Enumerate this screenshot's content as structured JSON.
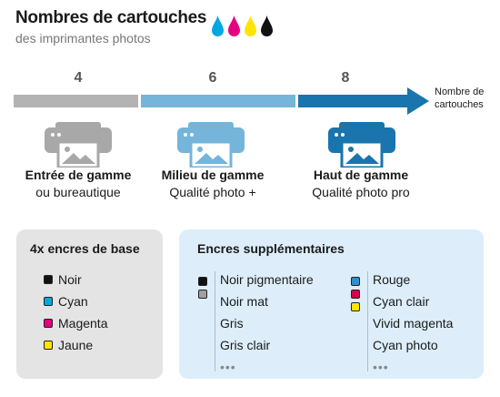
{
  "header": {
    "title": "Nombres de cartouches",
    "subtitle": "des imprimantes photos"
  },
  "drop_colors": [
    "#00a8e0",
    "#e4007e",
    "#ffe500",
    "#111111"
  ],
  "scale": {
    "counts": [
      "4",
      "6",
      "8"
    ],
    "axis_label_line1": "Nombre de",
    "axis_label_line2": "cartouches",
    "colors": {
      "entry": "#b3b3b3",
      "mid": "#74b5d9",
      "high": "#1a74ad"
    }
  },
  "tiers": [
    {
      "main": "Entrée de gamme",
      "sub": "ou bureautique",
      "printer_color": "#a8a8a8",
      "icon": "printer-icon"
    },
    {
      "main": "Milieu de gamme",
      "sub": "Qualité photo +",
      "printer_color": "#74b5d9",
      "icon": "printer-icon"
    },
    {
      "main": "Haut de gamme",
      "sub": "Qualité photo pro",
      "printer_color": "#1a74ad",
      "icon": "printer-icon"
    }
  ],
  "base_inks": {
    "title": "4x encres de base",
    "items": [
      {
        "label": "Noir",
        "color": "#111111"
      },
      {
        "label": "Cyan",
        "color": "#00a8e0"
      },
      {
        "label": "Magenta",
        "color": "#e4007e"
      },
      {
        "label": "Jaune",
        "color": "#ffe500"
      }
    ]
  },
  "extra_inks": {
    "title": "Encres supplémentaires",
    "col1_swatches": [
      "#111111",
      "#a0a0a0"
    ],
    "col1": [
      "Noir pigmentaire",
      "Noir mat",
      "Gris",
      "Gris clair",
      "•••"
    ],
    "col2_swatches": [
      "#2e8fd0",
      "#d6004f",
      "#ffe500"
    ],
    "col2": [
      "Rouge",
      "Cyan clair",
      "Vivid magenta",
      "Cyan photo",
      "•••"
    ]
  }
}
